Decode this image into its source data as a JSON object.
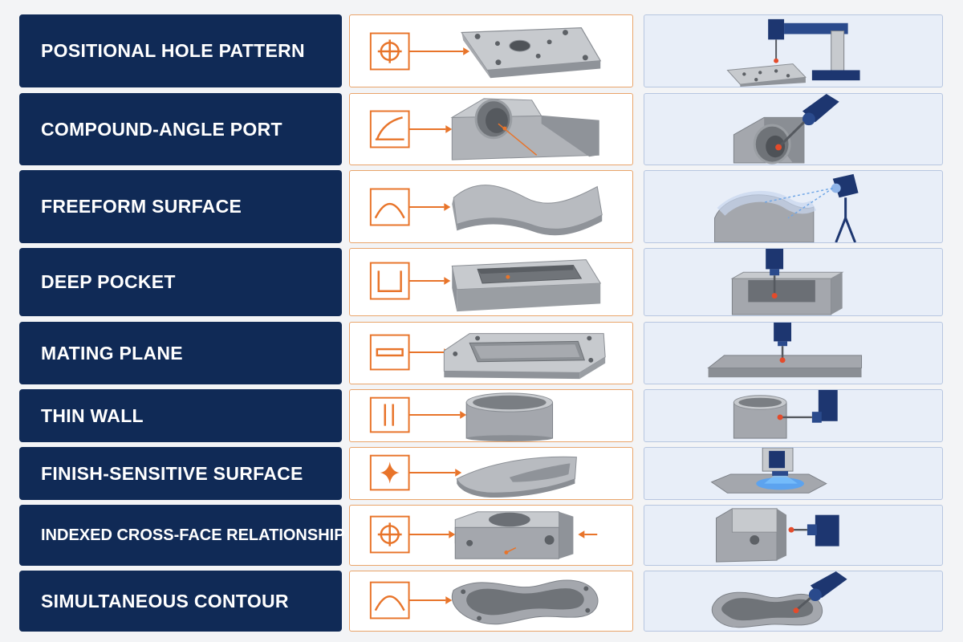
{
  "colors": {
    "label_bg": "#102a56",
    "label_text": "#ffffff",
    "accent": "#e8742a",
    "feature_border": "#e9a46a",
    "measure_bg": "#e8eef8",
    "measure_border": "#b7c6e0",
    "part_gray": "#a4a7ad",
    "machine_navy": "#1d3670"
  },
  "rows": [
    {
      "label": "POSITIONAL HOLE PATTERN",
      "symbol": "position-crosshair-icon",
      "part": "hole-plate",
      "method": "bridge-cmm-probe"
    },
    {
      "label": "COMPOUND-ANGLE PORT",
      "symbol": "angularity-icon",
      "part": "angled-port-block",
      "method": "articulating-probe"
    },
    {
      "label": "FREEFORM SURFACE",
      "symbol": "profile-arc-icon",
      "part": "wave-surface",
      "method": "laser-scanner-tripod"
    },
    {
      "label": "DEEP POCKET",
      "symbol": "pocket-depth-icon",
      "part": "pocket-block",
      "method": "vertical-probe"
    },
    {
      "label": "MATING PLANE",
      "symbol": "flatness-icon",
      "part": "flange-plate",
      "method": "vertical-probe-plate"
    },
    {
      "label": "THIN WALL",
      "symbol": "parallelism-icon",
      "part": "thin-ring",
      "method": "horizontal-probe"
    },
    {
      "label": "FINISH-SENSITIVE SURFACE",
      "symbol": "star-finish-icon",
      "part": "finished-wedge",
      "method": "optical-light-sensor"
    },
    {
      "label": "INDEXED CROSS-FACE RELATIONSHIP",
      "symbol": "position-crosshair-icon",
      "part": "bored-block",
      "method": "side-probe-indexed"
    },
    {
      "label": "SIMULTANEOUS CONTOUR",
      "symbol": "profile-arc-icon",
      "part": "contour-casting",
      "method": "angled-contour-probe"
    }
  ]
}
